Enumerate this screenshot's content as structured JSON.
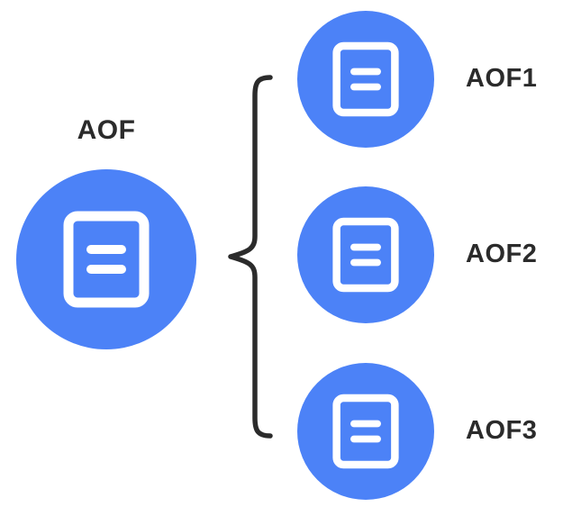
{
  "diagram": {
    "title": "AOF decomposition diagram",
    "type": "bracket-tree",
    "background_color": "#ffffff",
    "accent_color": "#4c82f7",
    "text_color": "#2b2b2b",
    "root": {
      "label": "AOF",
      "icon": "document-icon"
    },
    "connector": {
      "kind": "curly-brace",
      "orientation": "left-pointing",
      "color": "#2b2b2b"
    },
    "children": [
      {
        "label": "AOF1",
        "icon": "document-icon"
      },
      {
        "label": "AOF2",
        "icon": "document-icon"
      },
      {
        "label": "AOF3",
        "icon": "document-icon"
      }
    ]
  }
}
